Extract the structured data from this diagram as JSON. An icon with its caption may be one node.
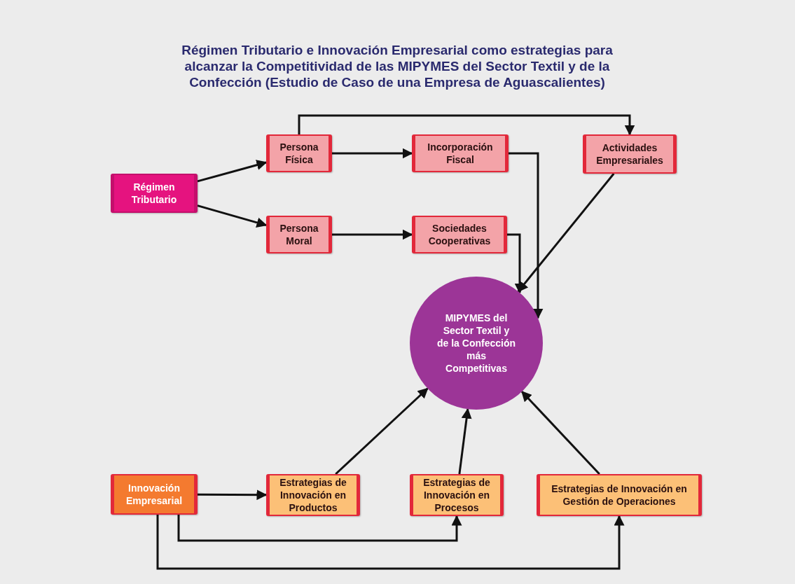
{
  "diagram": {
    "title": "Régimen Tributario e Innovación Empresarial como estrategias para alcanzar la Competitividad de las MIPYMES del Sector Textil y de la Confección (Estudio de Caso de una Empresa de Aguascalientes)",
    "nodes": [
      {
        "text": [
          "Régimen Tributario"
        ]
      },
      {
        "text": [
          "Persona Física"
        ]
      },
      {
        "text": [
          "Incorporación Fiscal"
        ]
      },
      {
        "text": [
          "Actividades Empresariales"
        ]
      },
      {
        "text": [
          "Persona Moral"
        ]
      },
      {
        "text": [
          "Sociedades Cooperativas"
        ]
      },
      {
        "text": [
          "MIPYMES del Sector Textil y de la Confección más Competitivas"
        ]
      },
      {
        "text": [
          "Innovación Empresarial"
        ]
      },
      {
        "text": [
          "Estrategias de Innovación en Productos"
        ]
      },
      {
        "text": [
          "Estrategias de Innovación en Procesos"
        ]
      },
      {
        "text": [
          "Estrategias de Innovación en Gestión de Operaciones"
        ]
      }
    ],
    "edges": [
      {
        "from": 0,
        "to": 1,
        "arrow": "to"
      },
      {
        "from": 0,
        "to": 4,
        "arrow": "to"
      },
      {
        "from": 1,
        "to": 2,
        "arrow": "to"
      },
      {
        "from": 1,
        "to": 3,
        "arrow": "to"
      },
      {
        "from": 4,
        "to": 5,
        "arrow": "to"
      },
      {
        "from": 2,
        "to": 6,
        "arrow": "to"
      },
      {
        "from": 5,
        "to": 6,
        "arrow": "to"
      },
      {
        "from": 3,
        "to": 6,
        "arrow": "to"
      },
      {
        "from": 7,
        "to": 8,
        "arrow": "to"
      },
      {
        "from": 8,
        "to": 6,
        "arrow": "to"
      },
      {
        "from": 9,
        "to": 6,
        "arrow": "to"
      },
      {
        "from": 10,
        "to": 6,
        "arrow": "to"
      },
      {
        "from": 7,
        "to": 9,
        "arrow": "to"
      },
      {
        "from": 7,
        "to": 10,
        "arrow": "to"
      }
    ]
  }
}
